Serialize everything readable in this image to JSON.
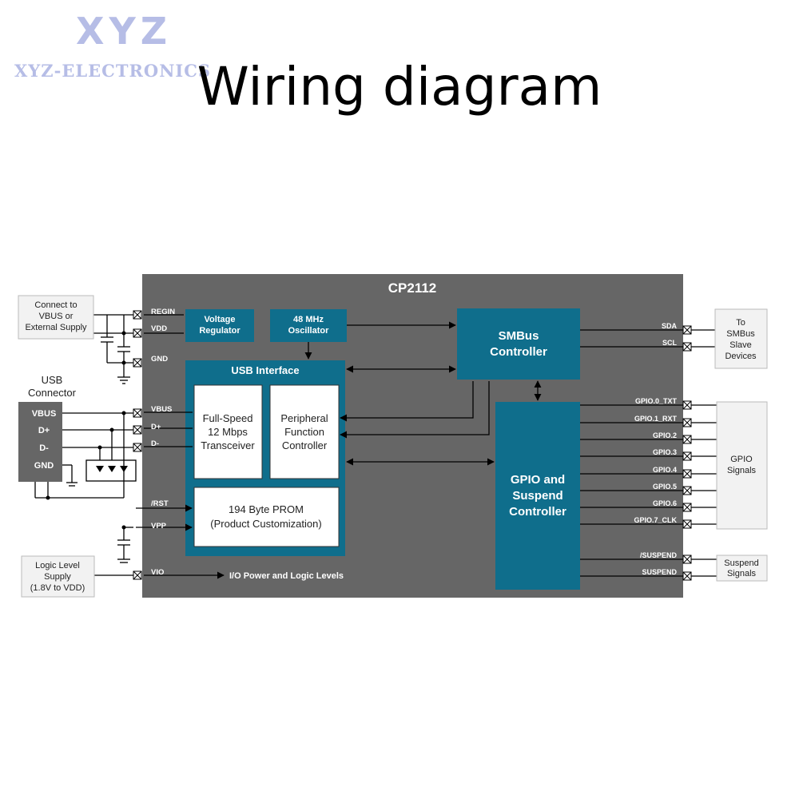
{
  "logo": {
    "mark": "XYZ",
    "name": "XYZ-ELECTRONICS"
  },
  "title": "Wiring diagram",
  "chip": {
    "name": "CP2112"
  },
  "blocks": {
    "voltage_regulator": [
      "Voltage",
      "Regulator"
    ],
    "oscillator": [
      "48 MHz",
      "Oscillator"
    ],
    "usb_interface": "USB Interface",
    "transceiver": [
      "Full-Speed",
      "12 Mbps",
      "Transceiver"
    ],
    "peripheral": [
      "Peripheral",
      "Function",
      "Controller"
    ],
    "prom": [
      "194 Byte PROM",
      "(Product Customization)"
    ],
    "smbus": [
      "SMBus",
      "Controller"
    ],
    "gpio": [
      "GPIO and",
      "Suspend",
      "Controller"
    ]
  },
  "left_pins": [
    "REGIN",
    "VDD",
    "GND",
    "VBUS",
    "D+",
    "D-",
    "/RST",
    "VPP",
    "VIO"
  ],
  "io_power_label": "I/O Power and Logic Levels",
  "right_pins": [
    "SDA",
    "SCL",
    "GPIO.0_TXT",
    "GPIO.1_RXT",
    "GPIO.2",
    "GPIO.3",
    "GPIO.4",
    "GPIO.5",
    "GPIO.6",
    "GPIO.7_CLK",
    "/SUSPEND",
    "SUSPEND"
  ],
  "external": {
    "supply": [
      "Connect to",
      "VBUS or",
      "External Supply"
    ],
    "usb_connector_title": [
      "USB",
      "Connector"
    ],
    "usb_pins": [
      "VBUS",
      "D+",
      "D-",
      "GND"
    ],
    "logic_supply": [
      "Logic Level",
      "Supply",
      "(1.8V to VDD)"
    ],
    "smbus_devices": [
      "To",
      "SMBus",
      "Slave",
      "Devices"
    ],
    "gpio_signals": [
      "GPIO",
      "Signals"
    ],
    "suspend_signals": [
      "Suspend",
      "Signals"
    ]
  },
  "colors": {
    "chip": "#666666",
    "block": "#0f6e8c",
    "white": "#ffffff",
    "logo": "#b6bde6",
    "external_box": "#f2f2f2"
  }
}
